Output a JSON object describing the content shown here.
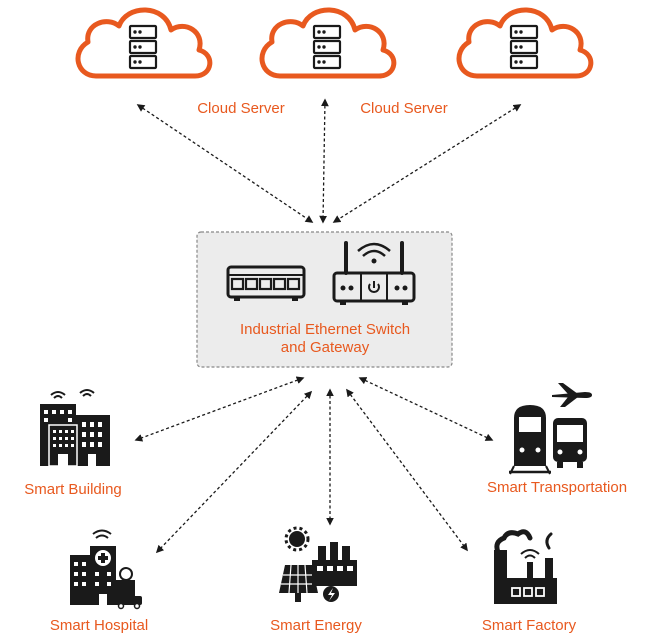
{
  "colors": {
    "accent": "#e8591f",
    "icon": "#1a1a1a",
    "hub_bg": "#ececec",
    "hub_border": "#888888"
  },
  "cloud_labels": [
    "Cloud Server",
    "Cloud Server"
  ],
  "hub": {
    "line1": "Industrial Ethernet Switch",
    "line2": "and Gateway"
  },
  "nodes": {
    "building": "Smart Building",
    "transportation": "Smart Transportation",
    "hospital": "Smart Hospital",
    "energy": "Smart Energy",
    "factory": "Smart Factory"
  },
  "icons": [
    "cloud-server-icon",
    "ethernet-switch-icon",
    "router-gateway-icon",
    "building-icon",
    "train-bus-plane-icon",
    "hospital-icon",
    "solar-energy-icon",
    "factory-icon"
  ]
}
